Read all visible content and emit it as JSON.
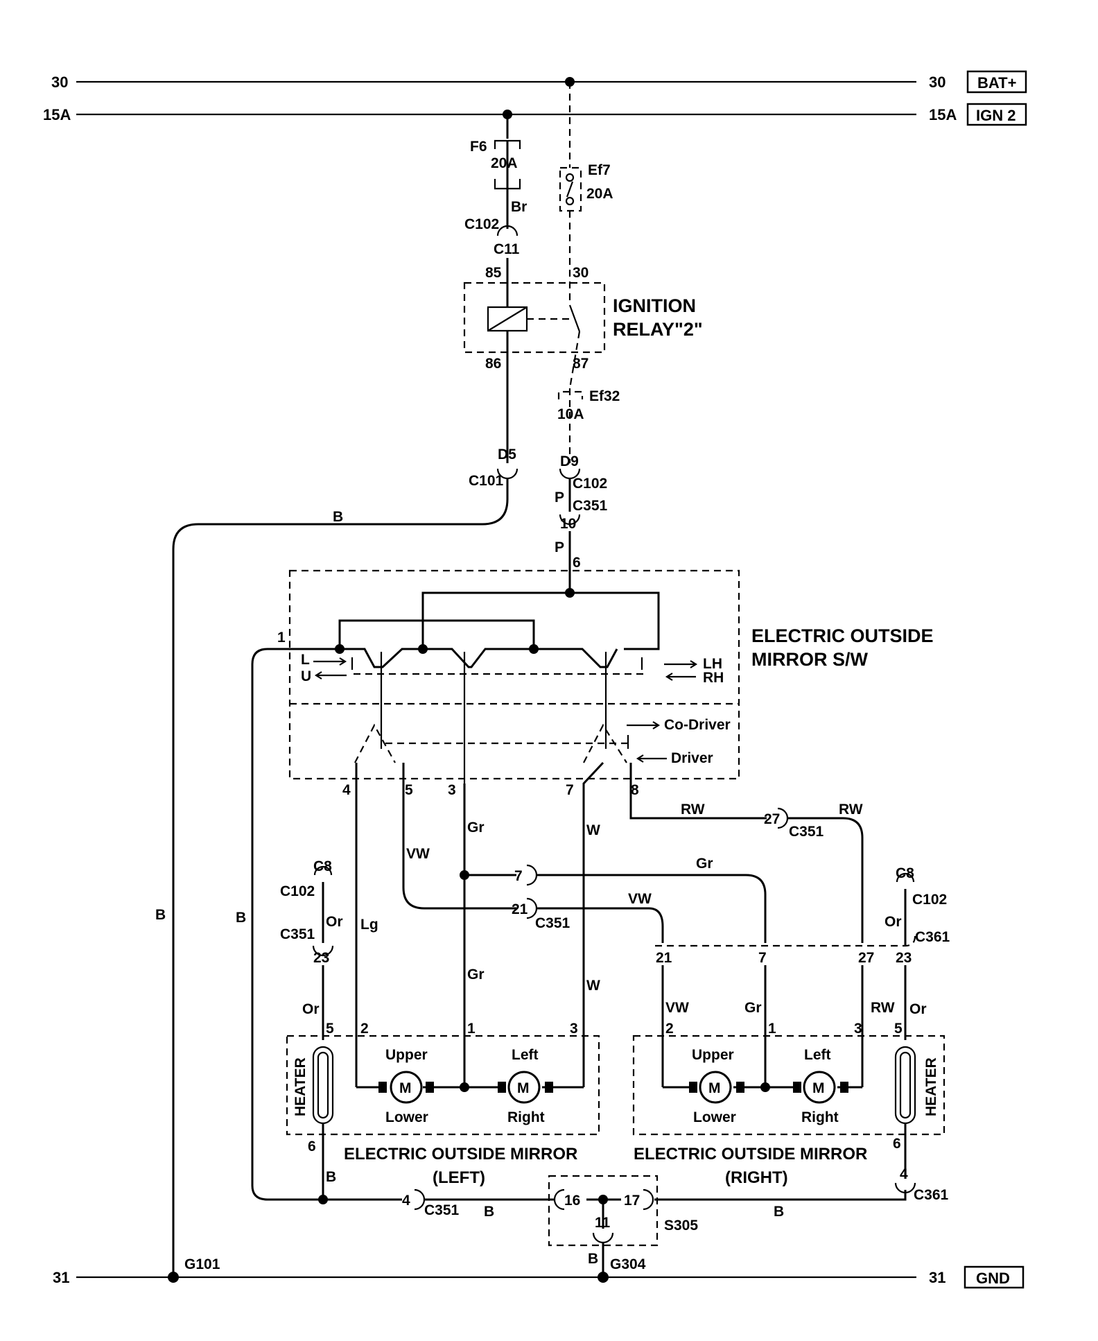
{
  "rails": {
    "bat_left": "30",
    "bat_right": "30",
    "bat_tag": "BAT+",
    "ign_left": "15A",
    "ign_right": "15A",
    "ign_tag": "IGN 2",
    "gnd_left": "31",
    "gnd_right": "31",
    "gnd_tag": "GND"
  },
  "fuses": {
    "f6_name": "F6",
    "f6_rating": "20A",
    "ef7_name": "Ef7",
    "ef7_rating": "20A",
    "ef32_name": "Ef32",
    "ef32_rating": "10A"
  },
  "relay": {
    "title_line1": "IGNITION",
    "title_line2": "RELAY\"2\"",
    "pin_85": "85",
    "pin_86": "86",
    "pin_30": "30",
    "pin_87": "87"
  },
  "connectors": {
    "c102": "C102",
    "c11": "C11",
    "d5": "D5",
    "c101": "C101",
    "d9": "D9",
    "c102b": "C102",
    "c351": "C351",
    "c351_pin10": "10",
    "c351_pin6": "6",
    "c351_pin27": "27",
    "c351_pin7": "7",
    "c351_pin21": "21",
    "c351_pin23": "23",
    "c351_pin4": "4",
    "c8_left": "C8",
    "c102_left": "C102",
    "c351_left": "C351",
    "c8_right": "C8",
    "c102_right": "C102",
    "c361_right": "C361",
    "c361_pin21": "21",
    "c361_pin7": "7",
    "c361_pin27": "27",
    "c361_pin23": "23",
    "c361_pin4": "4",
    "c361_bottom": "C361",
    "c351_bottom": "C351",
    "s305": "S305",
    "s305_16": "16",
    "s305_17": "17",
    "s305_11": "11",
    "g101": "G101",
    "g304": "G304"
  },
  "wires": {
    "br": "Br",
    "b": "B",
    "p": "P",
    "gr": "Gr",
    "w": "W",
    "vw": "VW",
    "rw": "RW",
    "lg": "Lg",
    "or": "Or"
  },
  "switch": {
    "title_line1": "ELECTRIC OUTSIDE",
    "title_line2": "MIRROR S/W",
    "l": "L",
    "u": "U",
    "lh": "LH",
    "rh": "RH",
    "codriver": "Co-Driver",
    "driver": "Driver",
    "pin1": "1",
    "pin4": "4",
    "pin5": "5",
    "pin3": "3",
    "pin7": "7",
    "pin8": "8"
  },
  "mirror_left": {
    "title_line1": "ELECTRIC OUTSIDE MIRROR",
    "title_line2": "(LEFT)",
    "heater": "HEATER",
    "upper": "Upper",
    "lower": "Lower",
    "left": "Left",
    "right": "Right",
    "motor": "M",
    "pin5": "5",
    "pin2": "2",
    "pin1": "1",
    "pin3": "3",
    "pin6": "6"
  },
  "mirror_right": {
    "title_line1": "ELECTRIC OUTSIDE MIRROR",
    "title_line2": "(RIGHT)",
    "heater": "HEATER",
    "upper": "Upper",
    "lower": "Lower",
    "left": "Left",
    "right": "Right",
    "motor": "M",
    "pin2": "2",
    "pin1": "1",
    "pin3": "3",
    "pin5": "5",
    "pin6": "6"
  }
}
